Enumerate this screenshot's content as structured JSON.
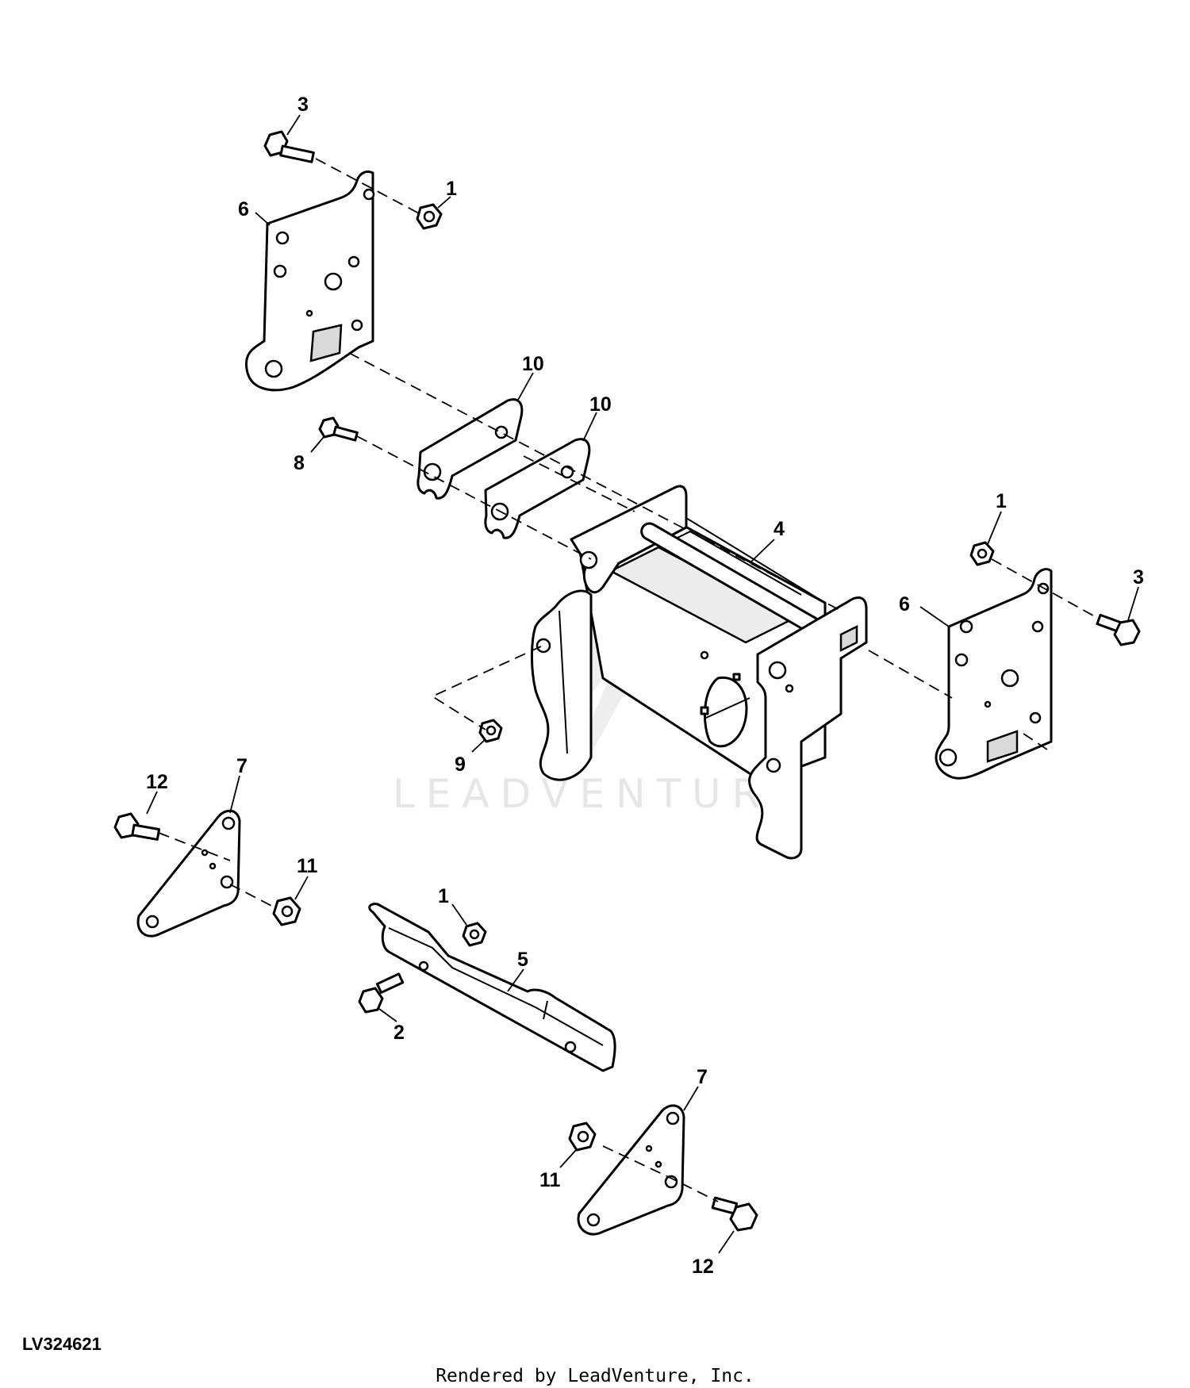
{
  "drawing_id": "LV324621",
  "credit": "Rendered by LeadVenture, Inc.",
  "watermark": "LEADVENTURE",
  "callouts": [
    "3",
    "1",
    "6",
    "10",
    "10",
    "8",
    "4",
    "1",
    "3",
    "6",
    "9",
    "12",
    "7",
    "11",
    "1",
    "5",
    "2",
    "7",
    "11",
    "12"
  ]
}
